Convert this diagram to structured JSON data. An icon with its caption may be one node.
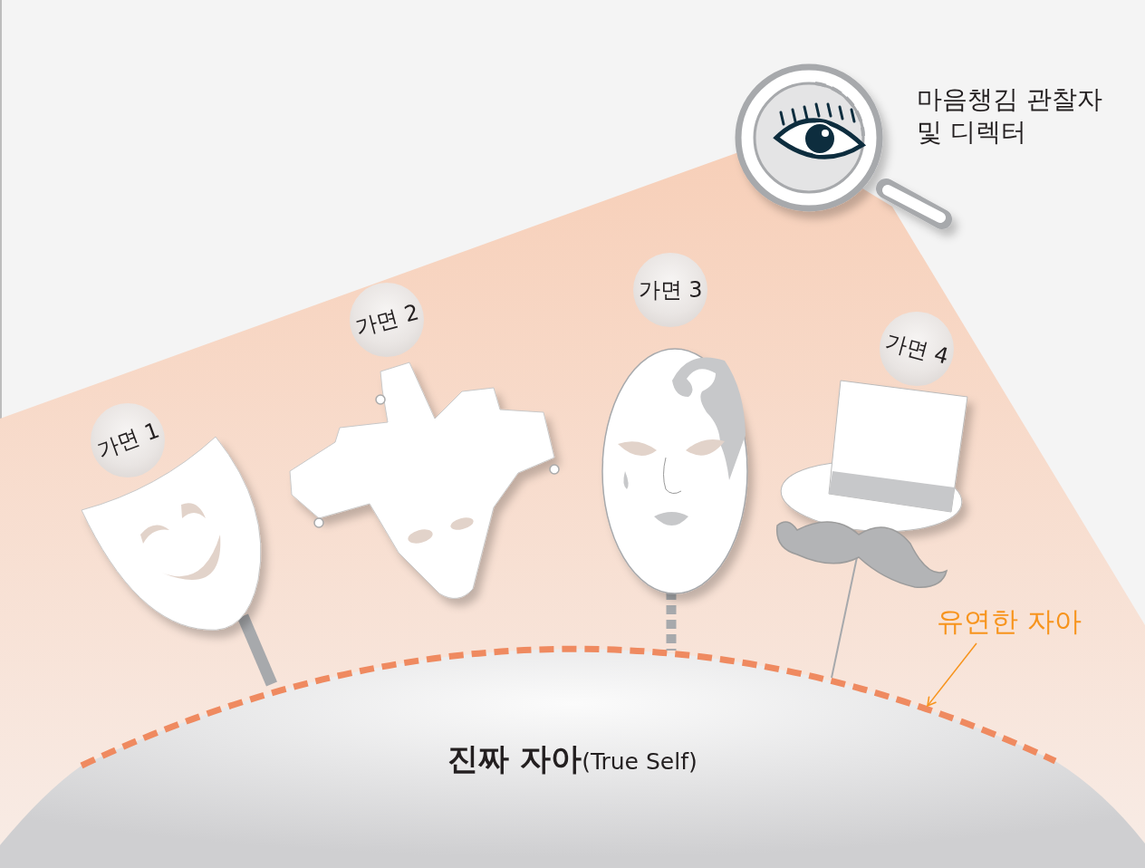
{
  "diagram": {
    "nodes": [
      {
        "text": [
          "마음챙김 관찰자 및 디렉터"
        ]
      },
      {
        "text": [
          "가면 1"
        ]
      },
      {
        "text": [
          "가면 2"
        ]
      },
      {
        "text": [
          "가면 3"
        ]
      },
      {
        "text": [
          "가면 4"
        ]
      },
      {
        "text": [
          "유연한 자아"
        ]
      },
      {
        "text": [
          "**진짜 자아**(True Self)"
        ]
      }
    ],
    "edges": [
      {
        "from": 5,
        "to": 6,
        "arrow": "to"
      }
    ]
  }
}
